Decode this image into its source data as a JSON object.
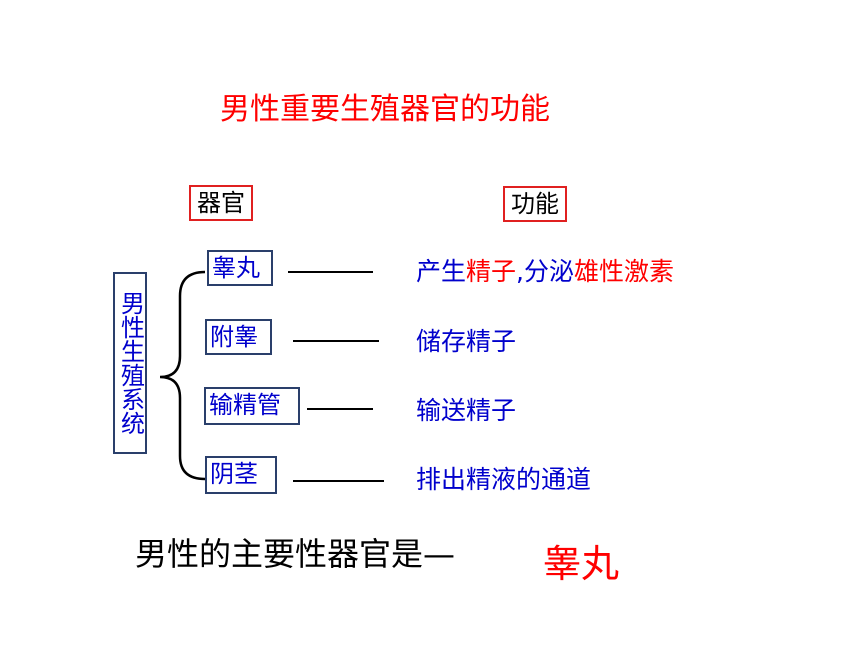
{
  "title": "男性重要生殖器官的功能",
  "headers": {
    "organ": "器官",
    "function": "功能"
  },
  "system_label": "男性生殖系统",
  "rows": [
    {
      "organ": "睾丸",
      "function_parts": [
        {
          "text": "产生",
          "color": "blue"
        },
        {
          "text": "精子",
          "color": "red"
        },
        {
          "text": ",",
          "color": "blue"
        },
        {
          "text": "分泌",
          "color": "blue"
        },
        {
          "text": "雄性激素",
          "color": "red"
        }
      ]
    },
    {
      "organ": "附睾",
      "function_parts": [
        {
          "text": "储存精子",
          "color": "blue"
        }
      ]
    },
    {
      "organ": "输精管",
      "function_parts": [
        {
          "text": "输送精子",
          "color": "blue"
        }
      ]
    },
    {
      "organ": "阴茎",
      "function_parts": [
        {
          "text": "排出精液的通道",
          "color": "blue"
        }
      ]
    }
  ],
  "conclusion": {
    "question": "男性的主要性器官是—",
    "answer": "睾丸"
  },
  "colors": {
    "blue": "#0000cc",
    "red": "#ff0000",
    "box_border": "#2a3f6b",
    "header_border": "#e02020"
  }
}
